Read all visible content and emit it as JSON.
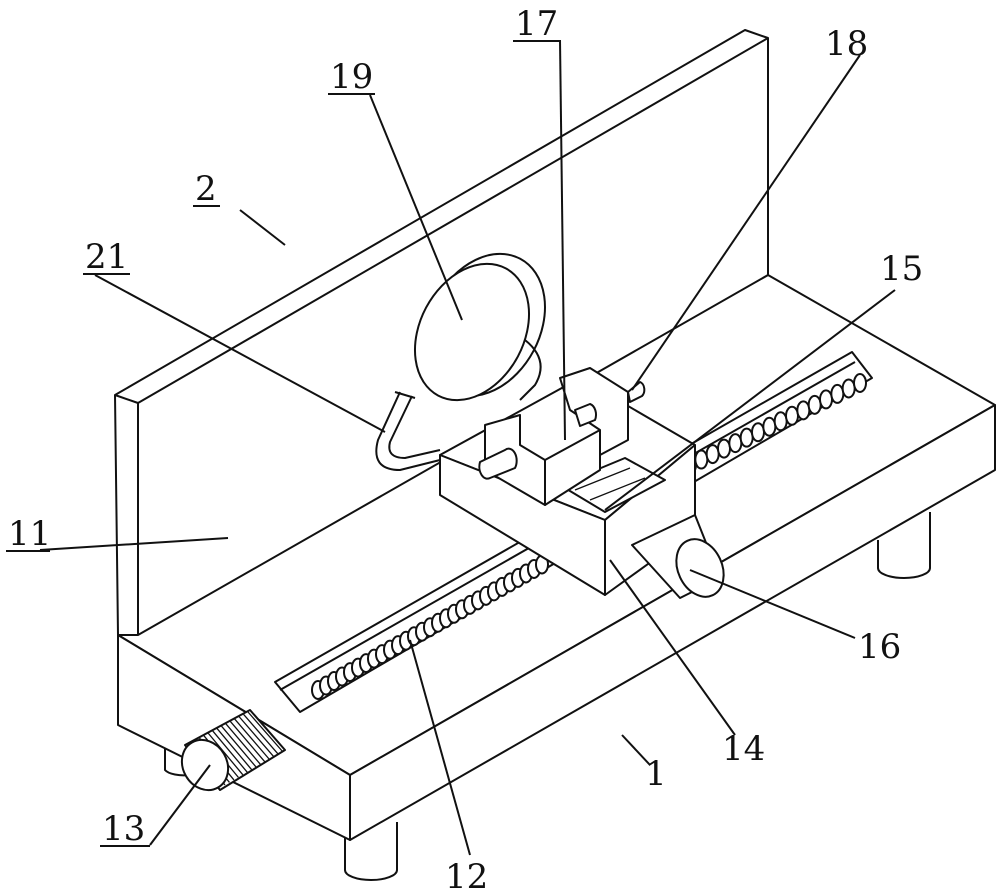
{
  "figure": {
    "labels": {
      "l17": "17",
      "l18": "18",
      "l19": "19",
      "l2": "2",
      "l21": "21",
      "l15": "15",
      "l11": "11",
      "l16": "16",
      "l13": "13",
      "l12": "12",
      "l1": "1",
      "l14": "14"
    }
  }
}
